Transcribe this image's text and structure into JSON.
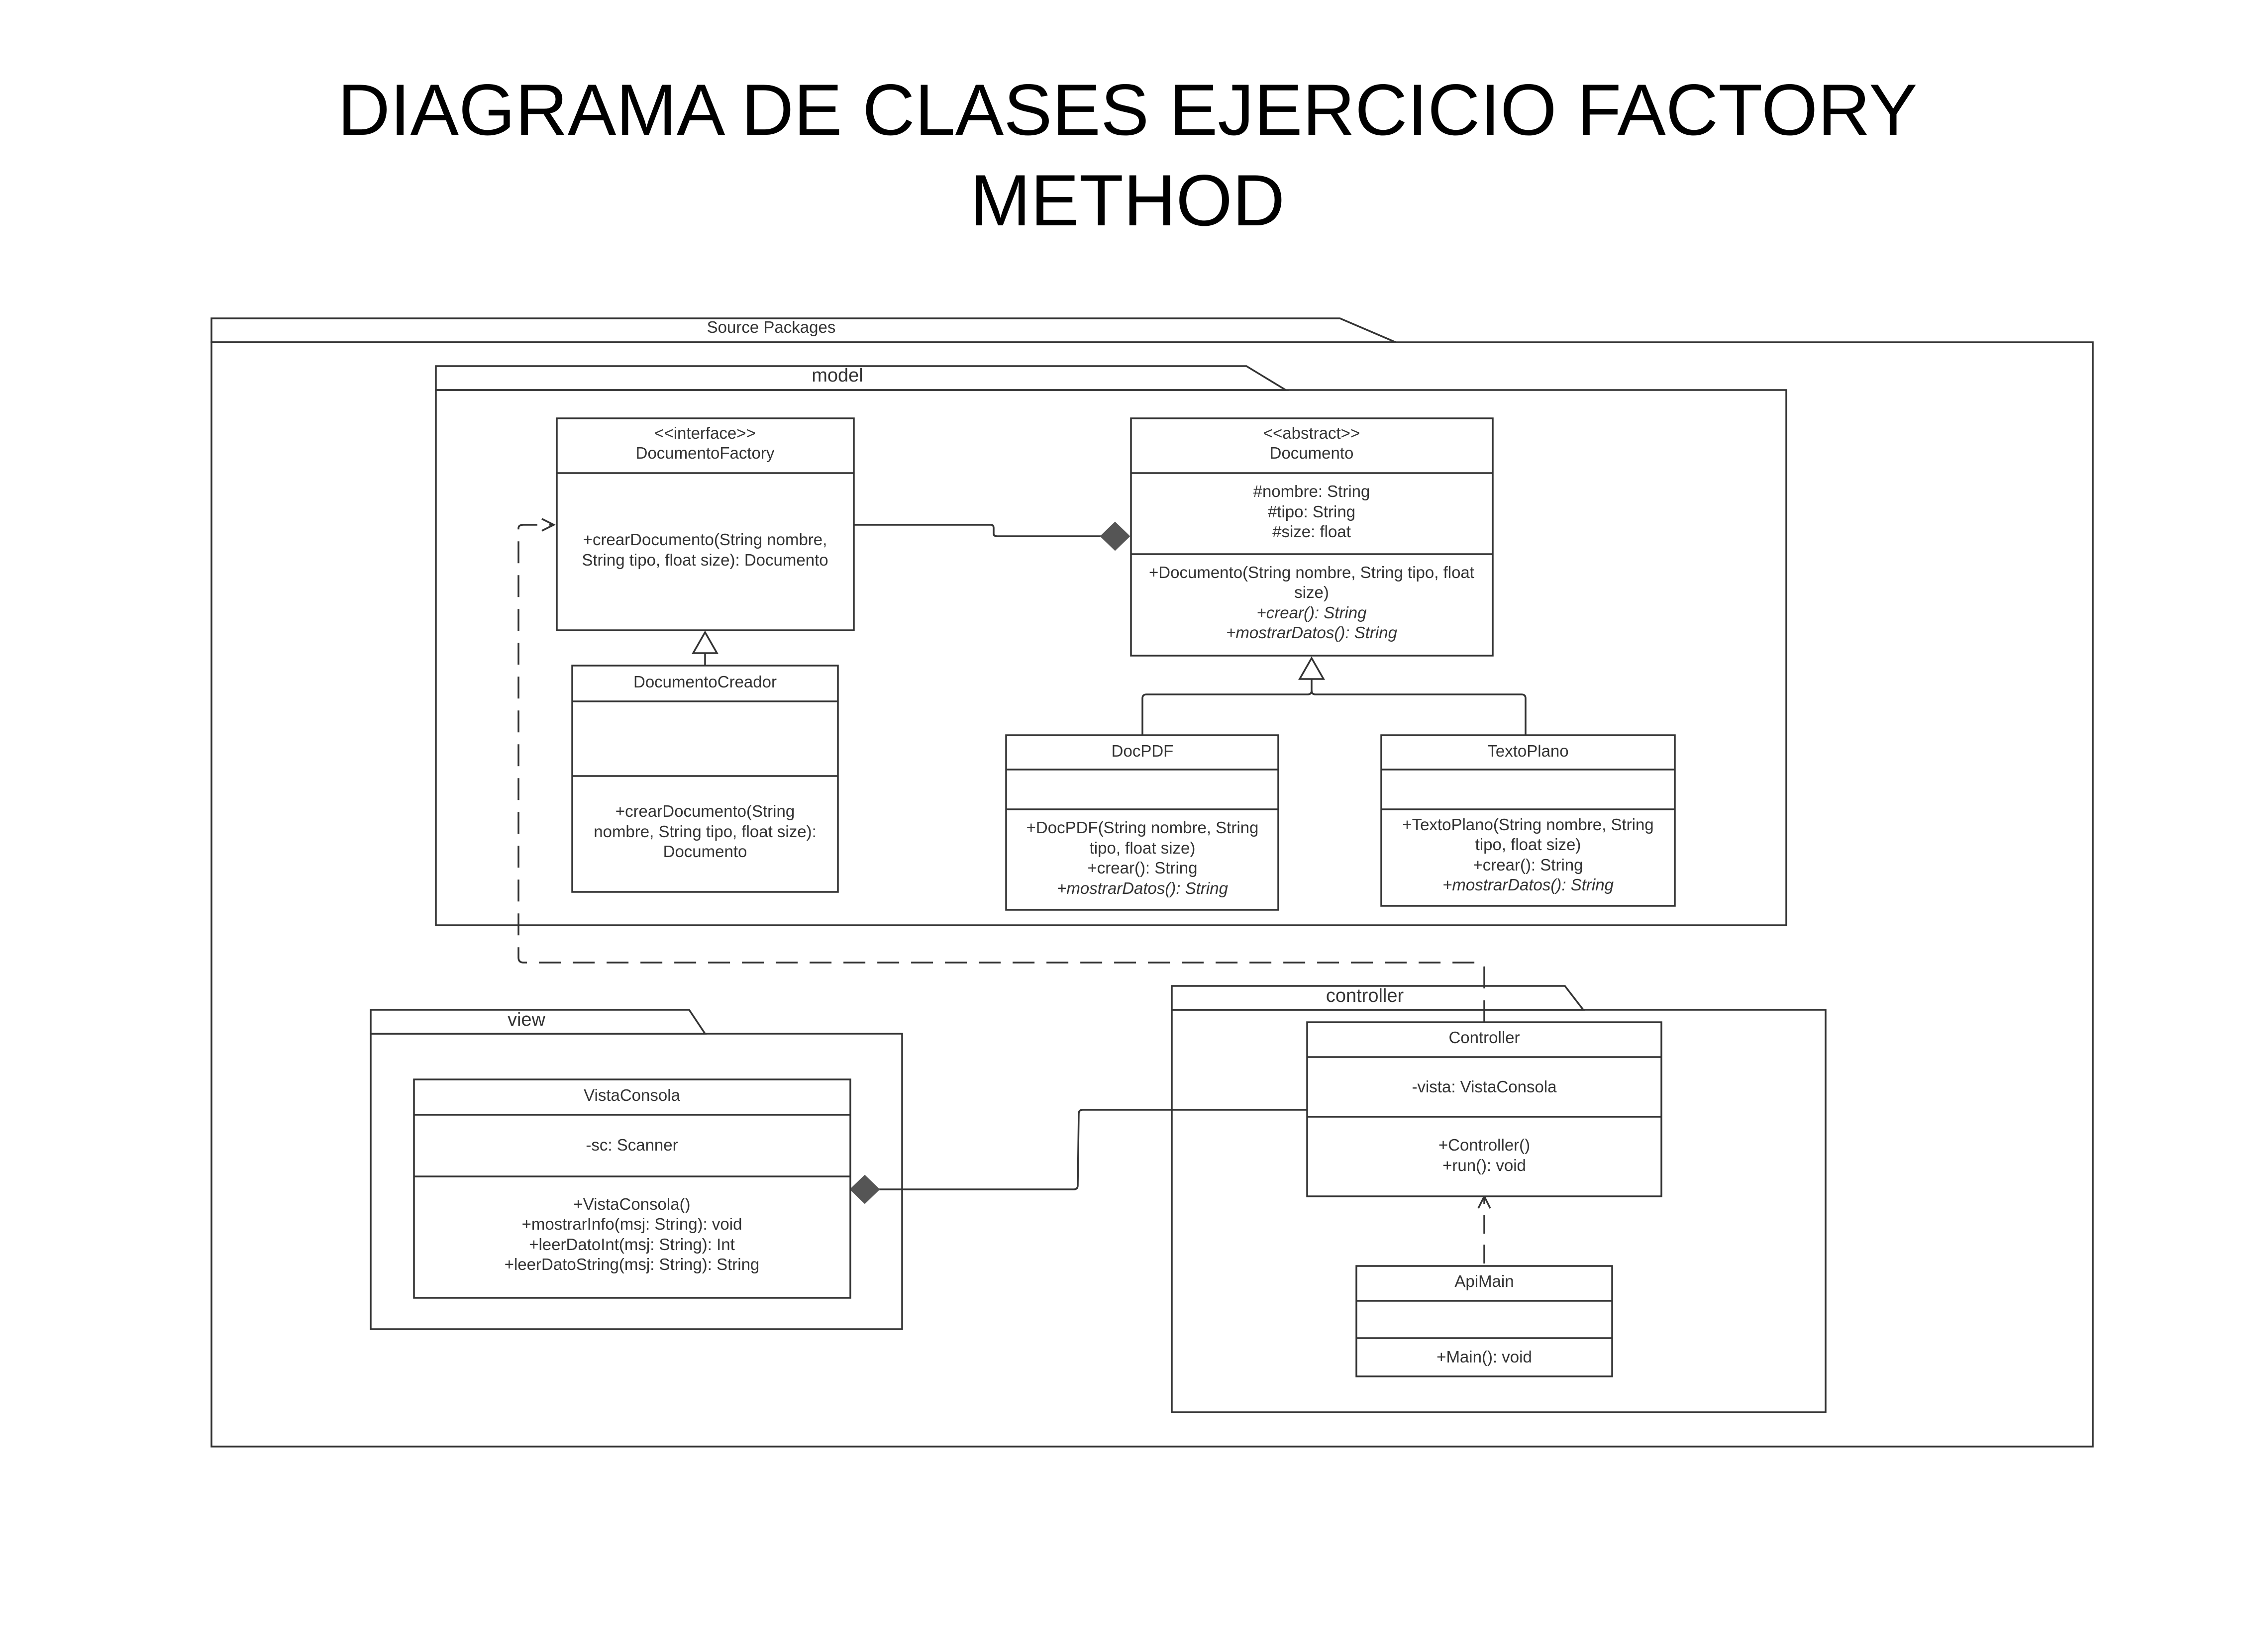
{
  "title": {
    "line1": "DIAGRAMA DE CLASES EJERCICIO FACTORY",
    "line2": "METHOD"
  },
  "packages": {
    "source": "Source Packages",
    "model": "model",
    "view": "view",
    "controller": "controller"
  },
  "classes": {
    "documento_factory": {
      "stereotype": "<<interface>>",
      "name": "DocumentoFactory",
      "methods": [
        "+crearDocumento(String nombre,",
        "String tipo, float size): Documento"
      ]
    },
    "documento": {
      "stereotype": "<<abstract>>",
      "name": "Documento",
      "attributes": [
        "#nombre: String",
        "#tipo: String",
        "#size: float"
      ],
      "methods": [
        "+Documento(String nombre, String tipo, float",
        "size)",
        "+crear(): String",
        "+mostrarDatos(): String"
      ]
    },
    "documento_creador": {
      "name": "DocumentoCreador",
      "methods": [
        "+crearDocumento(String",
        "nombre, String tipo, float size):",
        "Documento"
      ]
    },
    "doc_pdf": {
      "name": "DocPDF",
      "methods": [
        "+DocPDF(String nombre, String",
        "tipo, float size)",
        "+crear(): String",
        "+mostrarDatos(): String"
      ]
    },
    "texto_plano": {
      "name": "TextoPlano",
      "methods": [
        "+TextoPlano(String nombre, String",
        "tipo, float size)",
        "+crear(): String",
        "+mostrarDatos(): String"
      ]
    },
    "vista_consola": {
      "name": "VistaConsola",
      "attributes": [
        "-sc: Scanner"
      ],
      "methods": [
        "+VistaConsola()",
        "+mostrarInfo(msj: String): void",
        "+leerDatoInt(msj: String): Int",
        "+leerDatoString(msj: String): String"
      ]
    },
    "controller": {
      "name": "Controller",
      "attributes": [
        "-vista: VistaConsola"
      ],
      "methods": [
        "+Controller()",
        "+run(): void"
      ]
    },
    "api_main": {
      "name": "ApiMain",
      "methods": [
        "+Main(): void"
      ]
    }
  },
  "colors": {
    "line": "#333333",
    "diamond": "#555555",
    "background": "#ffffff"
  }
}
